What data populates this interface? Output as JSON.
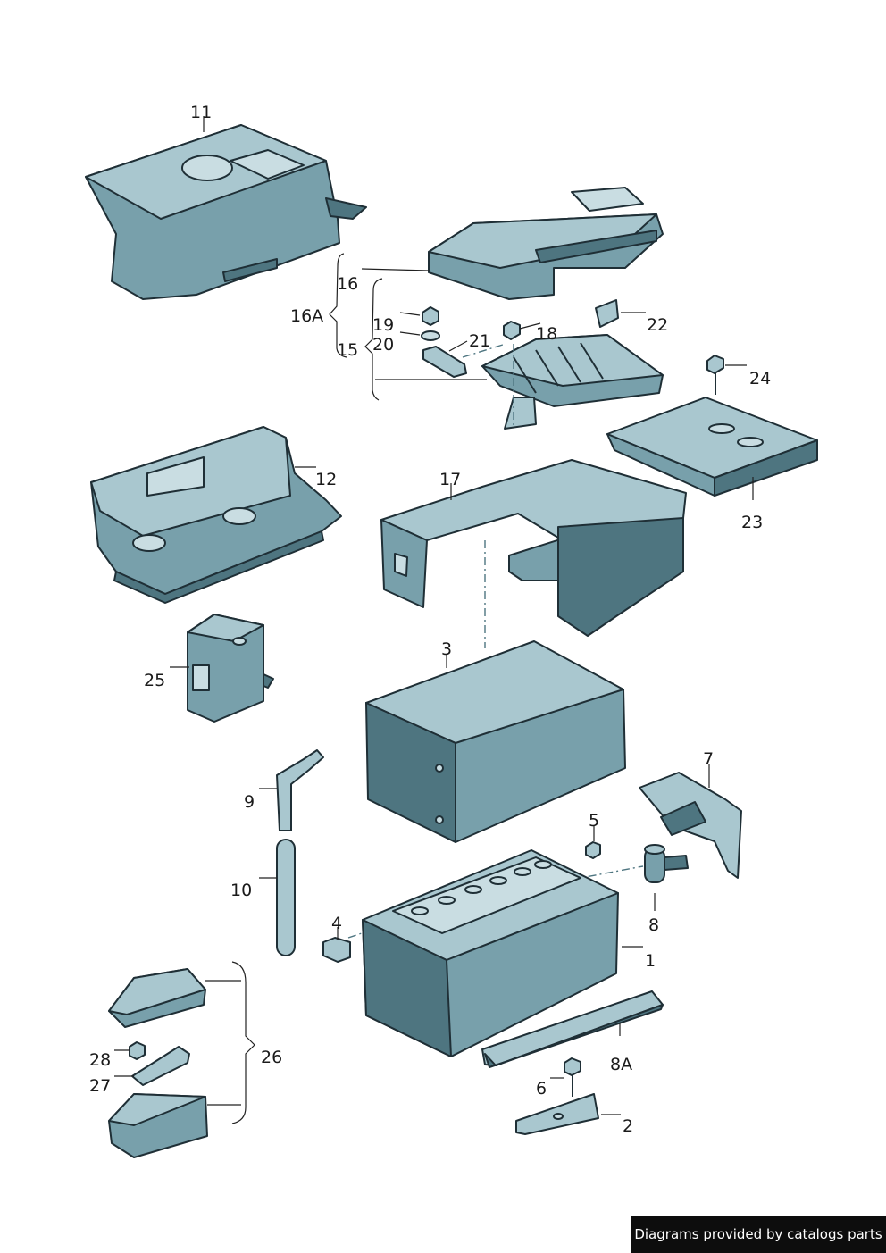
{
  "labels": {
    "l1": "1",
    "l2": "2",
    "l3": "3",
    "l4": "4",
    "l5": "5",
    "l6": "6",
    "l7": "7",
    "l8": "8",
    "l8a": "8A",
    "l9": "9",
    "l10": "10",
    "l11": "11",
    "l12": "12",
    "l15": "15",
    "l16": "16",
    "l16a": "16A",
    "l17": "17",
    "l18": "18",
    "l19": "19",
    "l20": "20",
    "l21": "21",
    "l22": "22",
    "l23": "23",
    "l24": "24",
    "l25": "25",
    "l26": "26",
    "l27": "27",
    "l28": "28"
  },
  "footer": {
    "text": "Diagrams provided by catalogs parts"
  },
  "colors": {
    "part_fill": "#78a0ab",
    "part_top": "#a9c7cf",
    "outline": "#1f2f36",
    "footer_bg": "#0d0d0d"
  }
}
